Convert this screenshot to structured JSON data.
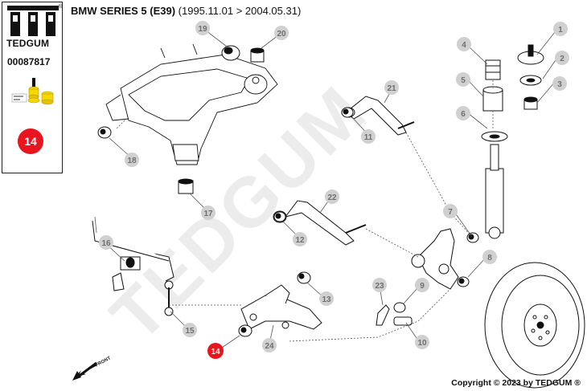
{
  "sidebar": {
    "brand": "TEDGUM",
    "part_number": "00087817",
    "highlight_number": "14"
  },
  "header": {
    "model": "BMW SERIES 5 (E39)",
    "years": "(1995.11.01 > 2004.05.31)"
  },
  "watermark": "TEDGUM",
  "front_label": "FRONT",
  "copyright": "Copyright © 2023 by TEDGUM ®",
  "callouts": [
    "1",
    "2",
    "3",
    "4",
    "5",
    "6",
    "7",
    "8",
    "9",
    "10",
    "11",
    "12",
    "13",
    "14",
    "15",
    "16",
    "17",
    "18",
    "19",
    "20",
    "21",
    "22",
    "23",
    "24"
  ],
  "colors": {
    "highlight": "#e8141e",
    "callout_bg": "#d0d0d0",
    "callout_text": "#6f6f6f",
    "bushing": "#f5d800"
  }
}
